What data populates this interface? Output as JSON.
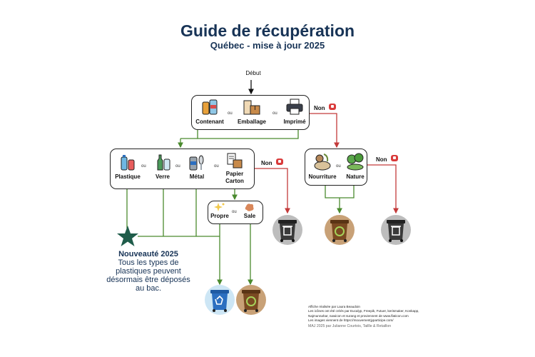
{
  "title": "Guide de récupération",
  "subtitle": "Québec - mise à jour 2025",
  "start_label": "Début",
  "or_word": "ou",
  "no_label": "Non",
  "box1": {
    "items": [
      "Contenant",
      "Emballage",
      "Imprimé"
    ]
  },
  "box2": {
    "items": [
      "Plastique",
      "Verre",
      "Métal",
      "Papier Carton"
    ]
  },
  "box3": {
    "items": [
      "Nourriture",
      "Nature"
    ]
  },
  "box4": {
    "items": [
      "Propre",
      "Sale"
    ]
  },
  "note": {
    "title": "Nouveauté 2025",
    "text": "Tous les types de plastiques peuvent désormais être déposés au bac."
  },
  "credits": [
    "Affiche réalisée par Laura Beaudoin",
    "Les icônes ont été créés par Eucalyp, Freepik, Futuer, kerismaker, Konkapp,",
    "Najmunnahar, nawicon et surang et proviennent de www.flaticon.com",
    "Les images viennent de https://mouvementjyparticipe.com/"
  ],
  "credits_maj": "MAJ 2025 par Julianne Courtois, Taillle & Retaillon",
  "colors": {
    "title": "#173356",
    "green_arrow": "#4a8a2e",
    "red_arrow": "#c33a3a",
    "recycling_bin": "#2c6fc0",
    "compost_bin": "#7a4a22",
    "trash_bin": "#3a3a3a",
    "star": "#1f5c4a"
  }
}
